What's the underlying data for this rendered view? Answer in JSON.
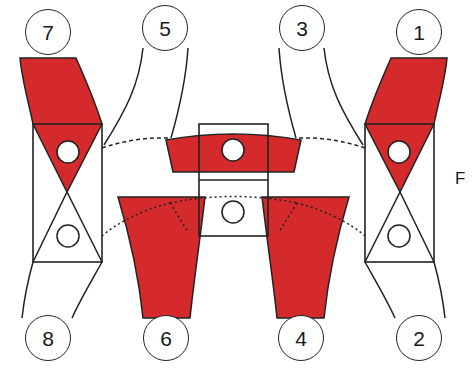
{
  "diagram": {
    "nodes": [
      {
        "text": [
          "7"
        ]
      },
      {
        "text": [
          "5"
        ]
      },
      {
        "text": [
          "3"
        ]
      },
      {
        "text": [
          "1"
        ]
      },
      {
        "text": [
          "8"
        ]
      },
      {
        "text": [
          "6"
        ]
      },
      {
        "text": [
          "4"
        ]
      },
      {
        "text": [
          "2"
        ]
      }
    ],
    "labels": [
      "F"
    ]
  }
}
